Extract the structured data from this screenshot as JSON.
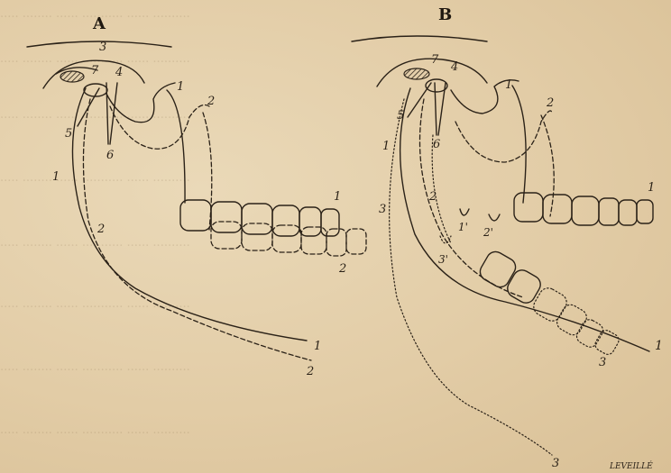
{
  "figure": {
    "panel_a": "A",
    "panel_b": "B",
    "a_labels": {
      "l3": "3",
      "l7": "7",
      "l4": "4",
      "l5": "5",
      "l6": "6",
      "l1_top": "1",
      "l2_top": "2",
      "l1_left": "1",
      "l2_mid": "2",
      "l1_teeth": "1",
      "l2_teeth": "2",
      "l1_end": "1",
      "l2_end": "2"
    },
    "b_labels": {
      "l7": "7",
      "l4": "4",
      "l5": "5",
      "l6": "6",
      "l1_top": "1",
      "l2_top": "2",
      "l1_left": "1",
      "l3_left": "3",
      "l2_mid": "2",
      "l1_prime": "1'",
      "l2_prime": "2'",
      "l3_prime": "3'",
      "l1_teeth": "1",
      "l1_end": "1",
      "l3_low": "3",
      "l3_end": "3"
    },
    "signature": "LEVEILLÉ"
  }
}
